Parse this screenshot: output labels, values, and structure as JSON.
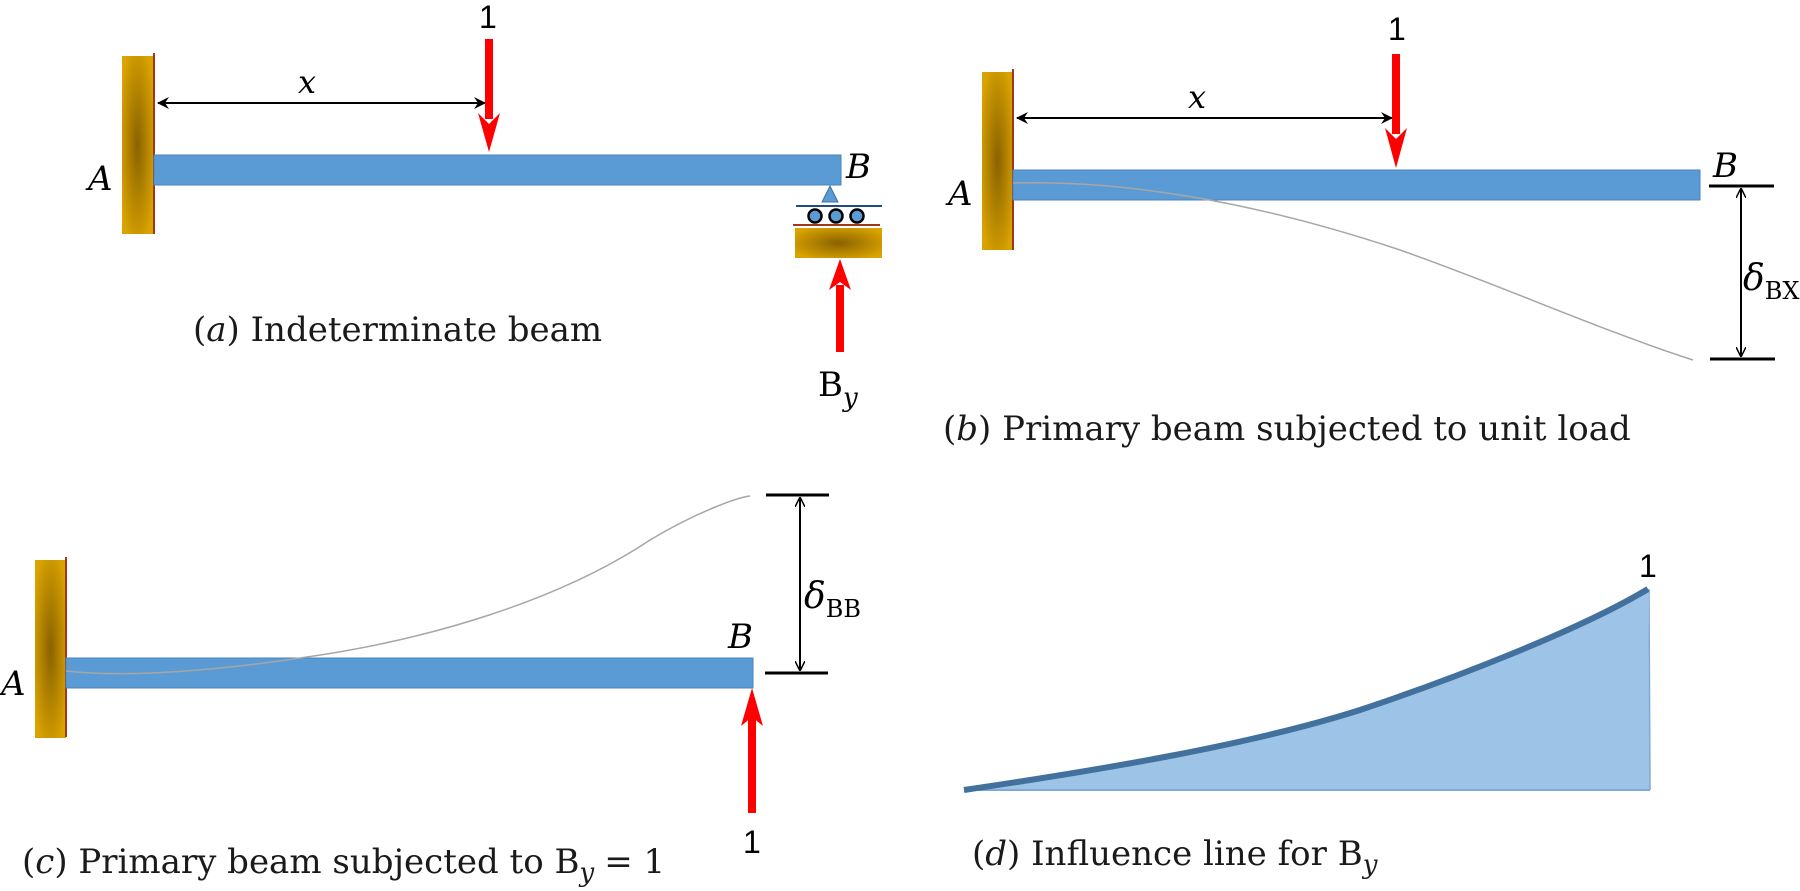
{
  "colors": {
    "beam": "#5b9bd5",
    "beam_edge": "#4a86c0",
    "support": "#d9a300",
    "support_dark": "#8a6200",
    "support_edge": "#a0361a",
    "load_arrow": "#ff0000",
    "dimension": "#000000",
    "deflected_shape": "#a6a6a6",
    "influence_fill": "#9dc3e6",
    "influence_line": "#41719c"
  },
  "panels": {
    "a": {
      "caption_tag": "a",
      "caption_text": "Indeterminate beam",
      "support_label_left": "A",
      "support_label_right": "B",
      "distance_label": "x",
      "load_label": "1",
      "reaction_label_main": "B",
      "reaction_label_sub": "y",
      "icons": [
        "fixed-support-icon",
        "roller-support-icon",
        "load-arrow-icon",
        "reaction-arrow-icon",
        "dimension-arrow-icon"
      ]
    },
    "b": {
      "caption_tag": "b",
      "caption_text": "Primary beam subjected to unit load",
      "support_label_left": "A",
      "support_label_right": "B",
      "distance_label": "x",
      "load_label": "1",
      "deflection_symbol": "δ",
      "deflection_sub": "BX"
    },
    "c": {
      "caption_tag": "c",
      "caption_text": "Primary beam subjected to",
      "caption_math_main": "B",
      "caption_math_sub": "y",
      "caption_math_eq": "= 1",
      "support_label_left": "A",
      "support_label_right": "B",
      "load_label": "1",
      "deflection_symbol": "δ",
      "deflection_sub": "BB"
    },
    "d": {
      "caption_tag": "d",
      "caption_text": "Influence line for",
      "caption_math_main": "B",
      "caption_math_sub": "y",
      "peak_label": "1"
    }
  }
}
